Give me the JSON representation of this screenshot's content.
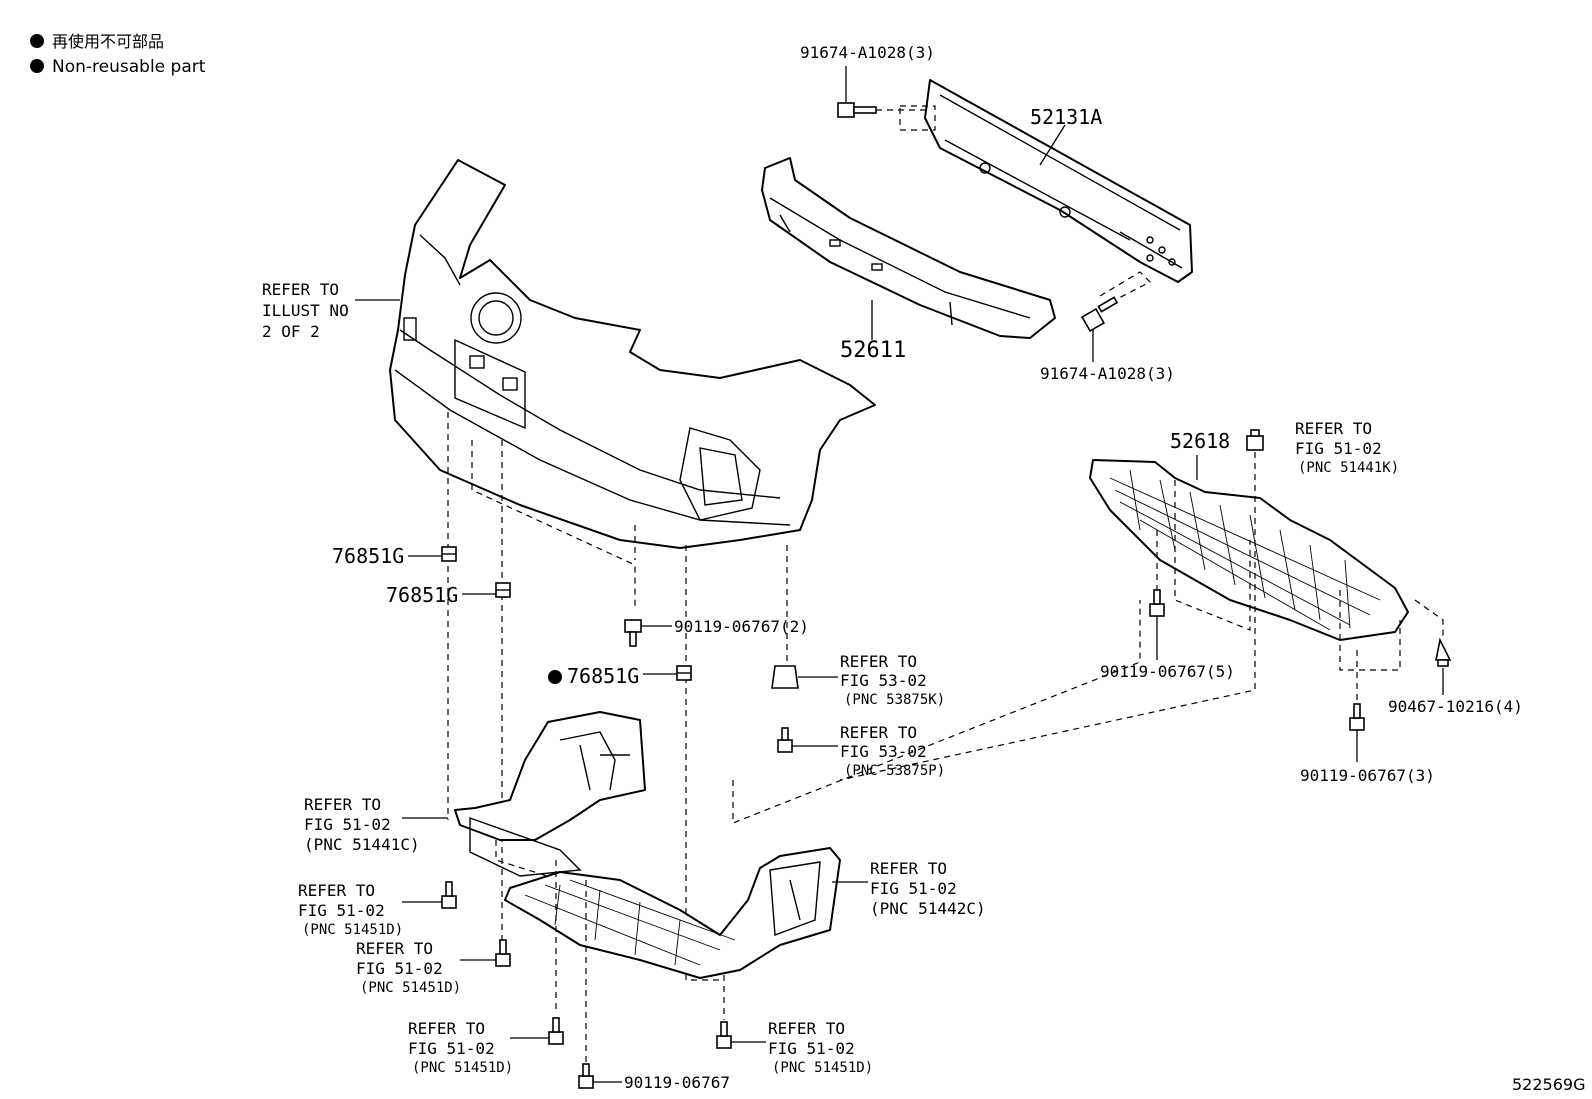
{
  "legend": {
    "line_jp": "再使用不可部品",
    "line_en": "Non-reusable part"
  },
  "illustration_id": "522569G",
  "callouts": {
    "bolt_top": "91674-A1028(3)",
    "reinforcement": "52131A",
    "bolt_right": "91674-A1028(3)",
    "absorber": "52611",
    "bumper_ref": [
      "REFER TO",
      "ILLUST NO",
      "2 OF 2"
    ],
    "retainer_a": "76851G",
    "retainer_b": "76851G",
    "retainer_c": "76851G",
    "screw_a": "90119-06767(2)",
    "cover_right": "52618",
    "ref_51441k": [
      "REFER TO",
      "FIG 51-02",
      "(PNC 51441K)"
    ],
    "screw_5": "90119-06767(5)",
    "clip_4": "90467-10216(4)",
    "screw_3": "90119-06767(3)",
    "ref_53875k": [
      "REFER TO",
      "FIG 53-02",
      "(PNC 53875K)"
    ],
    "ref_53875p": [
      "REFER TO",
      "FIG 53-02",
      "(PNC 53875P)"
    ],
    "ref_51441c": [
      "REFER TO",
      "FIG 51-02",
      "(PNC 51441C)"
    ],
    "ref_51442c": [
      "REFER TO",
      "FIG 51-02",
      "(PNC 51442C)"
    ],
    "ref_51451d_a": [
      "REFER TO",
      "FIG 51-02",
      "(PNC 51451D)"
    ],
    "ref_51451d_b": [
      "REFER TO",
      "FIG 51-02",
      "(PNC 51451D)"
    ],
    "ref_51451d_c": [
      "REFER TO",
      "FIG 51-02",
      "(PNC 51451D)"
    ],
    "ref_51451d_d": [
      "REFER TO",
      "FIG 51-02",
      "(PNC 51451D)"
    ],
    "screw_bottom": "90119-06767"
  }
}
